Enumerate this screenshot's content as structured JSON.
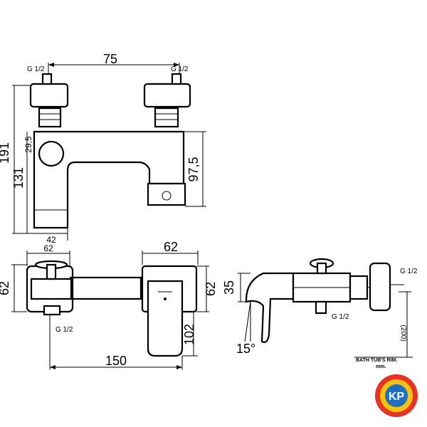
{
  "front_view": {
    "width_top": "75",
    "thread_left": "G 1/2",
    "thread_right": "G 1/2",
    "height_total": "191",
    "height_body": "131",
    "height_inlet": "29,5",
    "height_spout": "97,5",
    "width_bottom": "42"
  },
  "top_view": {
    "width_left": "62",
    "width_right": "62",
    "depth_left": "62",
    "depth_right": "62",
    "spout_length": "102",
    "length_total": "150",
    "thread": "G 1/2"
  },
  "side_view": {
    "height": "35",
    "angle": "15°",
    "thread_top": "G 1/2",
    "thread_bottom": "G 1/2",
    "rim_height": "(200)",
    "rim_label": "BATH TUB'S RIM.",
    "rim_unit": "mm."
  },
  "logo": {
    "text": "KP",
    "colors": [
      "#e63323",
      "#f6c20e",
      "#1f6fc0"
    ]
  }
}
